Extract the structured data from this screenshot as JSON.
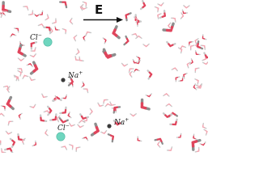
{
  "field": {
    "label": "E",
    "direction": "right",
    "arrow_color": "#111111"
  },
  "ions": [
    {
      "type": "chloride",
      "base": "Cl",
      "charge": "−",
      "color": "#6fd6bf"
    },
    {
      "type": "sodium",
      "base": "Na",
      "charge": "+",
      "color": "#3a3a3a"
    },
    {
      "type": "sodium",
      "base": "Na",
      "charge": "+",
      "color": "#3a3a3a"
    },
    {
      "type": "chloride",
      "base": "Cl",
      "charge": "−",
      "color": "#6fd6bf"
    }
  ],
  "colors": {
    "background": "#ffffff",
    "water_oxygen": "#e0455c",
    "water_oxygen_light": "#f2a6b1",
    "water_hydrogen": "#c9c9c9",
    "water_hydrogen_dark": "#8e8e8e"
  }
}
